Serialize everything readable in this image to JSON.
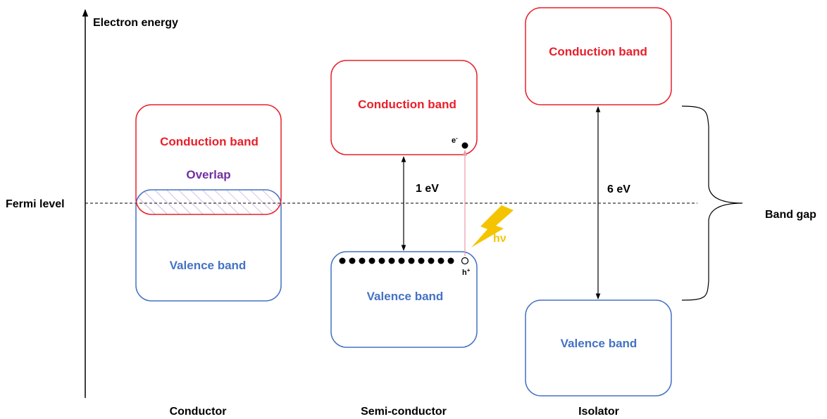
{
  "axis": {
    "label": "Electron energy"
  },
  "fermi_level": {
    "label": "Fermi level"
  },
  "band_gap": {
    "label": "Band gap"
  },
  "conductor": {
    "name": "Conductor",
    "conduction_band": "Conduction band",
    "overlap": "Overlap",
    "valence_band": "Valence band"
  },
  "semiconductor": {
    "name": "Semi-conductor",
    "conduction_band": "Conduction band",
    "valence_band": "Valence band",
    "gap": "1 eV",
    "electron_label": "e",
    "electron_sup": "-",
    "hole_label": "h",
    "hole_sup": "+",
    "photon_label": "hν",
    "electron_count": 12
  },
  "isolator": {
    "name": "Isolator",
    "conduction_band": "Conduction band",
    "valence_band": "Valence band",
    "gap": "6 eV"
  },
  "colors": {
    "conduction": "#e8202a",
    "valence": "#4472c4",
    "overlap": "#7030a0",
    "photon": "#f5c400"
  }
}
